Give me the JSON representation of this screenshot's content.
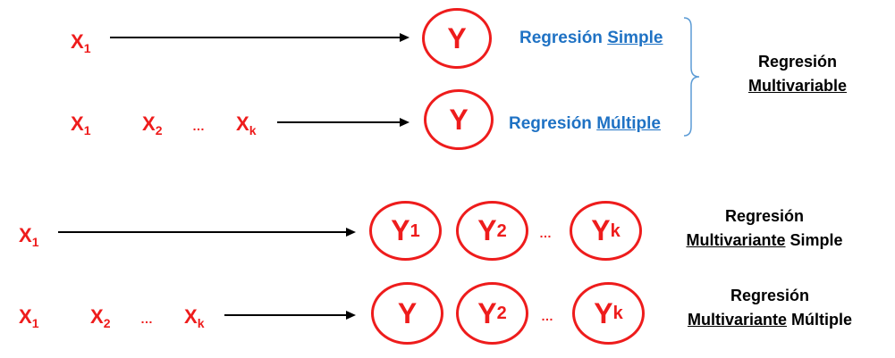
{
  "top": {
    "row1": {
      "input": {
        "var": "X",
        "sub": "1"
      },
      "output": {
        "var": "Y"
      },
      "label_prefix": "Regresión ",
      "label_underlined": "Simple"
    },
    "row2": {
      "inputs": [
        {
          "var": "X",
          "sub": "1"
        },
        {
          "var": "X",
          "sub": "2"
        },
        {
          "var": "X",
          "sub": "k"
        }
      ],
      "dots": "…",
      "output": {
        "var": "Y"
      },
      "label_prefix": "Regresión ",
      "label_underlined": "Múltiple"
    },
    "group_label": {
      "line1": "Regresión",
      "line2_underlined": "Multivariable"
    }
  },
  "bottom": {
    "row3": {
      "input": {
        "var": "X",
        "sub": "1"
      },
      "outputs": [
        {
          "var": "Y",
          "sub": "1"
        },
        {
          "var": "Y",
          "sub": "2"
        },
        {
          "var": "Y",
          "sub": "k"
        }
      ],
      "dots": "…",
      "label_line1": "Regresión",
      "label_line2_underlined": "Multivariante",
      "label_line2_rest": " Simple"
    },
    "row4": {
      "inputs": [
        {
          "var": "X",
          "sub": "1"
        },
        {
          "var": "X",
          "sub": "2"
        },
        {
          "var": "X",
          "sub": "k"
        }
      ],
      "input_dots": "…",
      "outputs": [
        {
          "var": "Y"
        },
        {
          "var": "Y",
          "sub": "2"
        },
        {
          "var": "Y",
          "sub": "k"
        }
      ],
      "output_dots": "…",
      "label_line1": "Regresión",
      "label_line2_underlined": "Multivariante",
      "label_line2_rest": " Múltiple"
    }
  }
}
